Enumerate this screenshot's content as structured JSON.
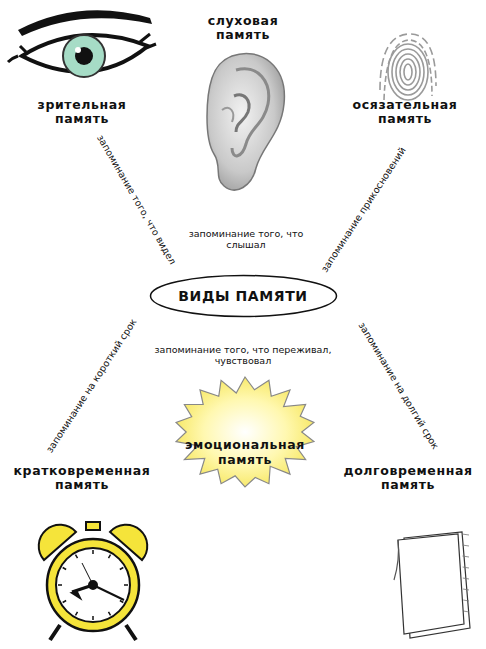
{
  "diagram": {
    "nodes": [
      {
        "text": [
          "ВИДЫ ПАМЯТИ"
        ]
      },
      {
        "text": [
          "эмоциональная память"
        ]
      }
    ],
    "labels": [
      "слуховая память",
      "зрительная память",
      "осязательная память",
      "запоминание того, что видел",
      "запоминание того, что слышал",
      "запоминание прикосновений",
      "запоминание на короткий срок",
      "запоминание того, что переживал, чувствовал",
      "запоминание на долгий срок",
      "кратковременная память",
      "долговременная память"
    ]
  }
}
